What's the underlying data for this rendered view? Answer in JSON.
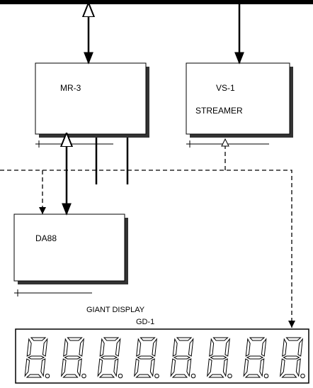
{
  "diagram": {
    "blocks": {
      "mr3": {
        "label": "MR-3"
      },
      "vs1": {
        "label": "VS-1",
        "sublabel": "STREAMER"
      },
      "da88": {
        "label": "DA88"
      }
    },
    "display": {
      "title": "GIANT DISPLAY",
      "model": "GD-1",
      "digit_count": 8,
      "digit_glyph": "8"
    },
    "colors": {
      "line": "#000000",
      "shadow": "#333333",
      "background": "#ffffff"
    }
  }
}
